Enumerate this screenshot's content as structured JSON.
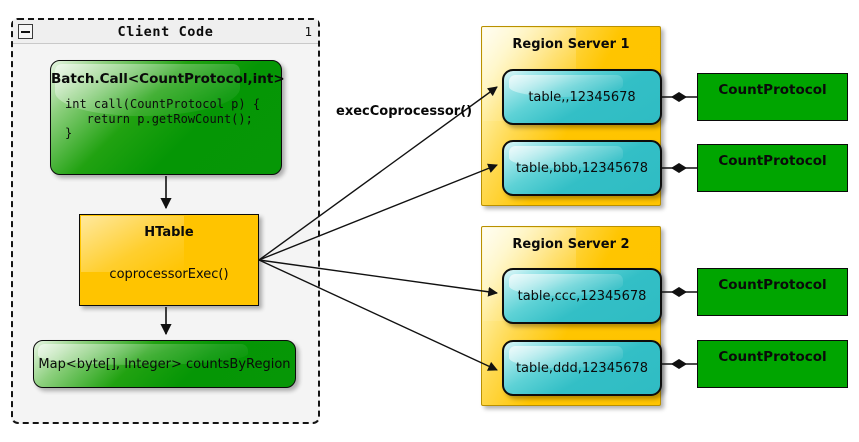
{
  "client_package": {
    "title": "Client Code",
    "index_label": "1",
    "collapse_icon": "minus-icon",
    "batch_call": {
      "title": "Batch.Call<CountProtocol,int>",
      "code": "int call(CountProtocol p) {\n   return p.getRowCount();\n}"
    },
    "htable": {
      "title": "HTable",
      "method": "coprocessorExec()"
    },
    "result_map": {
      "label": "Map<byte[], Integer> countsByRegion"
    }
  },
  "call_label": "execCoprocessor()",
  "region_servers": [
    {
      "title": "Region Server 1",
      "regions": [
        {
          "label": "table,,12345678",
          "protocol": "CountProtocol"
        },
        {
          "label": "table,bbb,12345678",
          "protocol": "CountProtocol"
        }
      ]
    },
    {
      "title": "Region Server 2",
      "regions": [
        {
          "label": "table,ccc,12345678",
          "protocol": "CountProtocol"
        },
        {
          "label": "table,ddd,12345678",
          "protocol": "CountProtocol"
        }
      ]
    }
  ],
  "colors": {
    "green": "#089c08",
    "flat_green": "#00a500",
    "yellow": "#ffc400",
    "cyan": "#33bfc6",
    "package_bg": "#f4f4f4",
    "line": "#111111",
    "canvas_bg": "#ffffff"
  }
}
